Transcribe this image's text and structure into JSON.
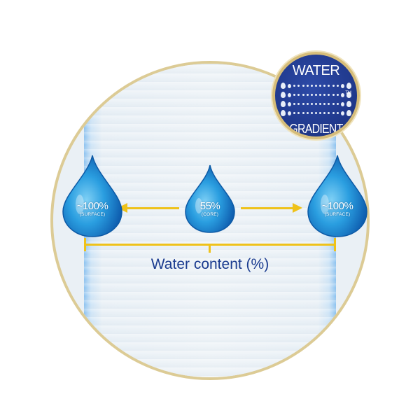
{
  "badge": {
    "title_top": "WATER",
    "title_bottom": "GRADIENT",
    "trademark": "TM",
    "rows": 4,
    "bg_color": "#213a8e",
    "border_color": "#d6bd7a"
  },
  "drops": [
    {
      "value": "~100%",
      "label": "(SURFACE)",
      "position": "left"
    },
    {
      "value": "55%",
      "label": "(CORE)",
      "position": "center"
    },
    {
      "value": "~100%",
      "label": "(SURFACE)",
      "position": "right"
    }
  ],
  "axis": {
    "label": "Water content (%)",
    "color": "#1a3b8f",
    "bracket_color": "#efc21a"
  },
  "colors": {
    "circle_border": "#dccb95",
    "drop_blue": "#1f8fd6",
    "arrow": "#efc21a"
  },
  "chart_data": {
    "type": "diagram",
    "title": "Water Gradient",
    "xlabel": "Water content (%)",
    "points": [
      {
        "position": "surface-left",
        "value": "~100%"
      },
      {
        "position": "core",
        "value": "55%"
      },
      {
        "position": "surface-right",
        "value": "~100%"
      }
    ]
  }
}
